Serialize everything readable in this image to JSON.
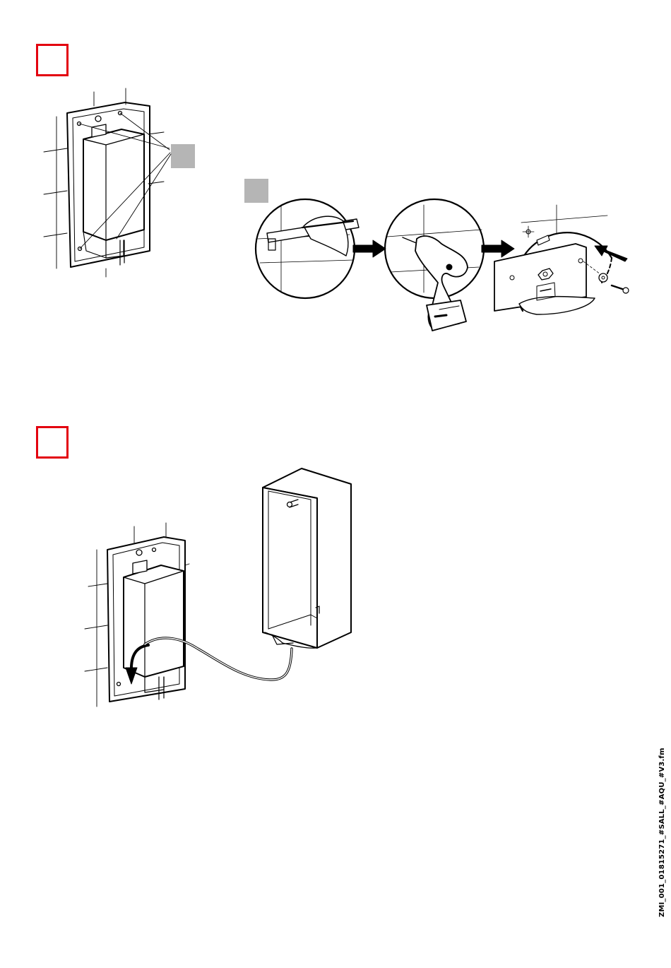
{
  "document": {
    "file_reference": "ZMI_001_01815271_#SALL_#AQU_#V3.fm",
    "step_marker_color": "#e3000f",
    "callout_color": "#b5b5b5",
    "steps": [
      {
        "marker": "step-box-red",
        "illustration": "wall-mounting-module-four-screw-holes"
      },
      {
        "marker": "step-box-red",
        "illustration": "connect-cable-to-housing-box"
      }
    ],
    "sub_steps": [
      "mark-holes-with-pencil",
      "drill-holes",
      "insert-dowels-and-screw-plate"
    ]
  }
}
